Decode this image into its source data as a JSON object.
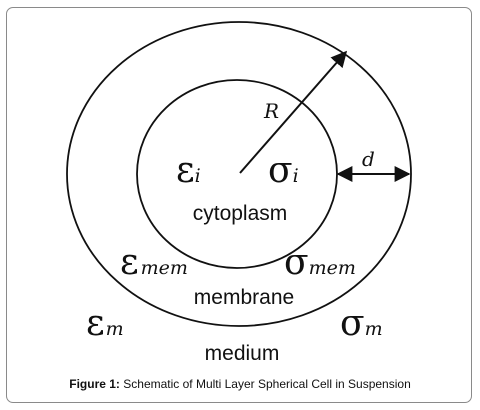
{
  "diagram": {
    "labels": {
      "radius": "R",
      "thickness": "d",
      "cytoplasm": "cytoplasm",
      "membrane": "membrane",
      "medium": "medium"
    },
    "symbols": {
      "permittivity": "ε",
      "conductivity": "σ",
      "sub_inner": "i",
      "sub_membrane": "mem",
      "sub_medium": "m"
    }
  },
  "caption": {
    "prefix": "Figure 1:",
    "text": "Schematic of Multi Layer Spherical Cell in Suspension"
  },
  "colors": {
    "stroke": "#111111",
    "frame": "#8a8a8a"
  }
}
